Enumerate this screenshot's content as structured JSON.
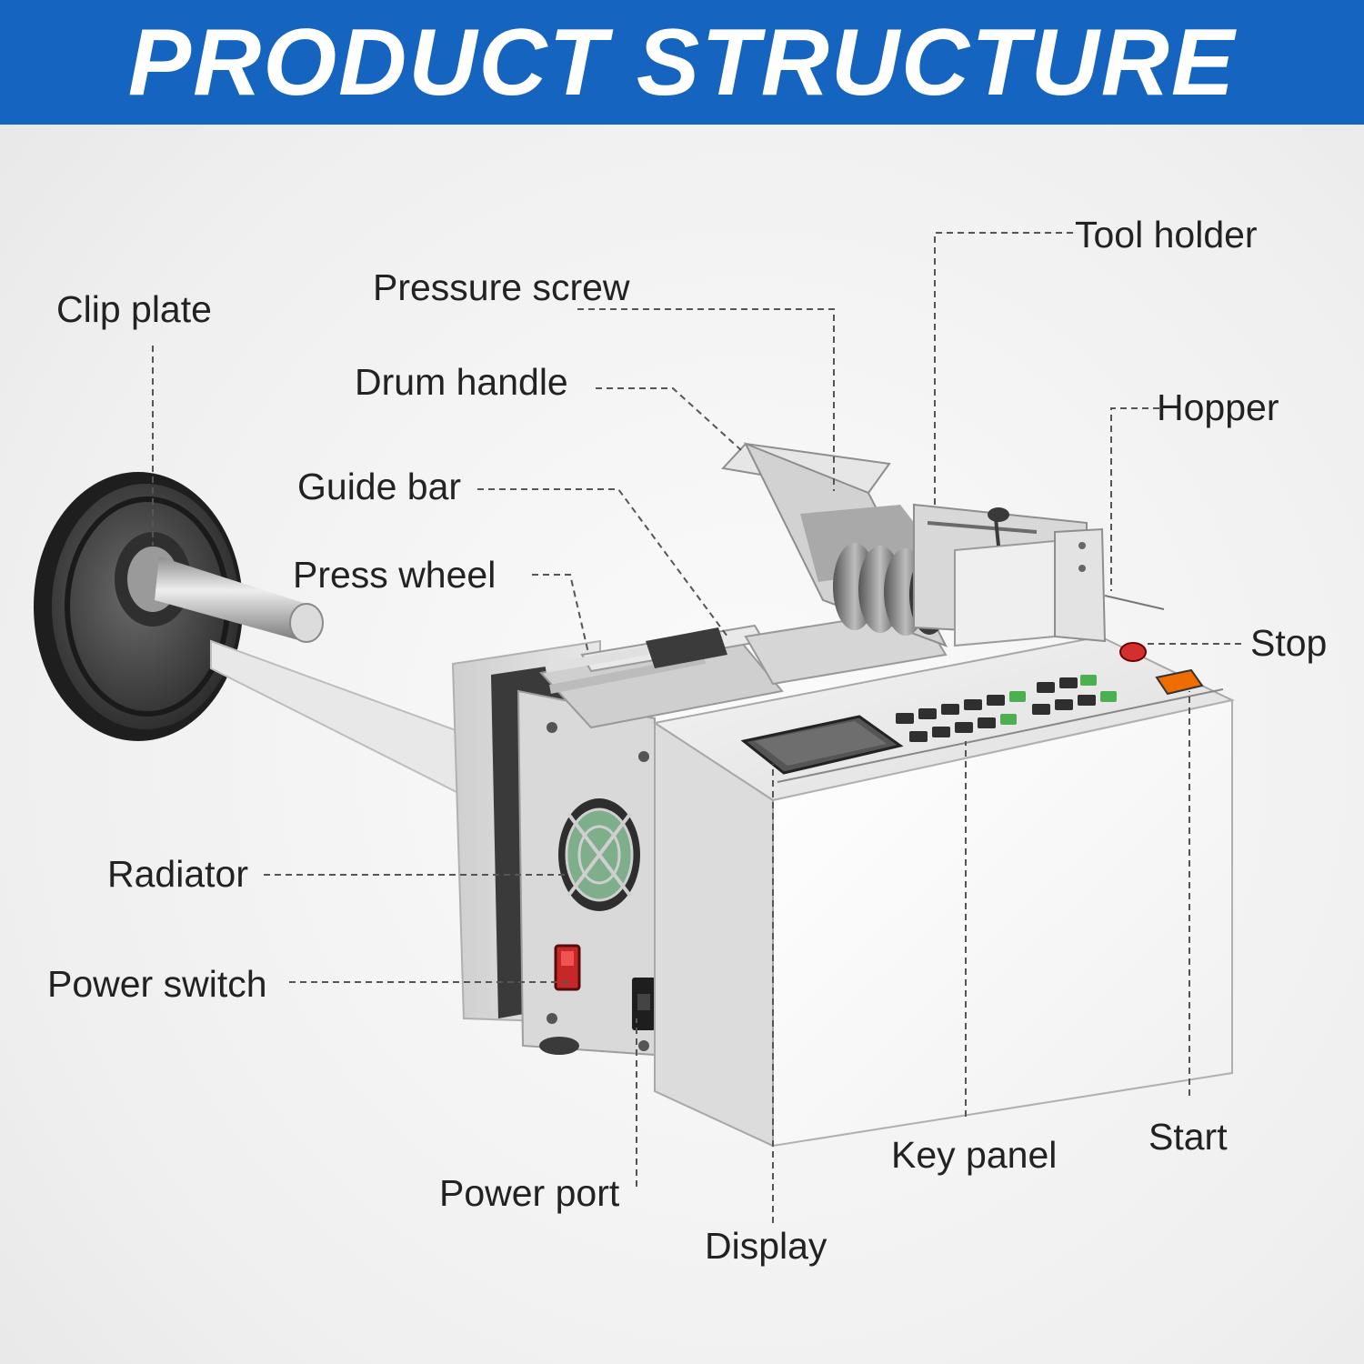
{
  "header": {
    "title": "PRODUCT STRUCTURE",
    "background_color": "#1565c0"
  },
  "labels": {
    "clip_plate": "Clip plate",
    "pressure_screw": "Pressure screw",
    "tool_holder": "Tool holder",
    "drum_handle": "Drum handle",
    "hopper": "Hopper",
    "guide_bar": "Guide bar",
    "press_wheel": "Press wheel",
    "stop": "Stop",
    "radiator": "Radiator",
    "power_switch": "Power switch",
    "power_port": "Power port",
    "display": "Display",
    "key_panel": "Key panel",
    "start": "Start"
  },
  "colors": {
    "stop_button": "#d32f2f",
    "start_button": "#ef6c00",
    "key_green": "#4caf50"
  }
}
